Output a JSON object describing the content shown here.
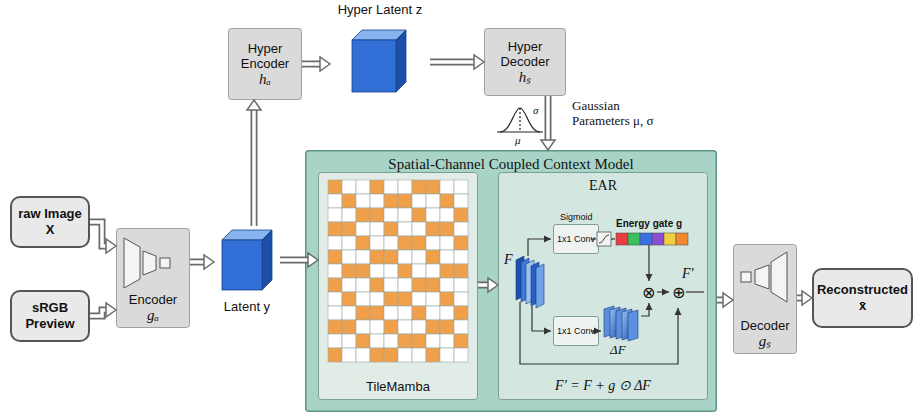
{
  "diagram": {
    "nodes": [
      {
        "text": [
          "raw Image X"
        ]
      },
      {
        "text": [
          "sRGB Preview"
        ]
      },
      {
        "text": [
          "Encoder",
          "gₐ"
        ]
      },
      {
        "text": [
          "Latent y"
        ]
      },
      {
        "text": [
          "Hyper Encoder",
          "hₐ"
        ]
      },
      {
        "text": [
          "Hyper Latent z"
        ]
      },
      {
        "text": [
          "Hyper Decoder",
          "hₛ"
        ]
      },
      {
        "text": [
          "Spatial-Channel Coupled Context Model"
        ]
      },
      {
        "text": [
          "TileMamba"
        ],
        "in": 7
      },
      {
        "text": [
          "EAR",
          "F′ = F + g ⊙ ΔF"
        ],
        "in": 7
      },
      {
        "text": [
          "1x1 Conv"
        ],
        "in": 9
      },
      {
        "text": [
          "1x1 Conv"
        ],
        "in": 9
      },
      {
        "text": [
          "Decoder",
          "gₛ"
        ]
      },
      {
        "text": [
          "Reconstructed x̄"
        ]
      }
    ],
    "edges": [
      {
        "from": 0,
        "to": 2,
        "arrow": "to"
      },
      {
        "from": 1,
        "to": 2,
        "arrow": "to"
      },
      {
        "from": 2,
        "to": 3,
        "arrow": "to"
      },
      {
        "from": 3,
        "to": 4,
        "arrow": "to"
      },
      {
        "from": 4,
        "to": 5,
        "arrow": "to"
      },
      {
        "from": 5,
        "to": 6,
        "arrow": "to"
      },
      {
        "from": 6,
        "to": 7,
        "arrow": "to"
      },
      {
        "from": 3,
        "to": 8,
        "arrow": "to"
      },
      {
        "from": 8,
        "to": 9,
        "arrow": "to"
      },
      {
        "from": 7,
        "to": 12,
        "arrow": "to"
      },
      {
        "from": 12,
        "to": 13,
        "arrow": "to"
      }
    ],
    "labels": [
      "σ",
      "μ",
      "Gaussian Parameters μ, σ",
      "F",
      "Sigmoid",
      "Energy gate g",
      "F′",
      "ΔF",
      "⊗",
      "⊕"
    ]
  }
}
